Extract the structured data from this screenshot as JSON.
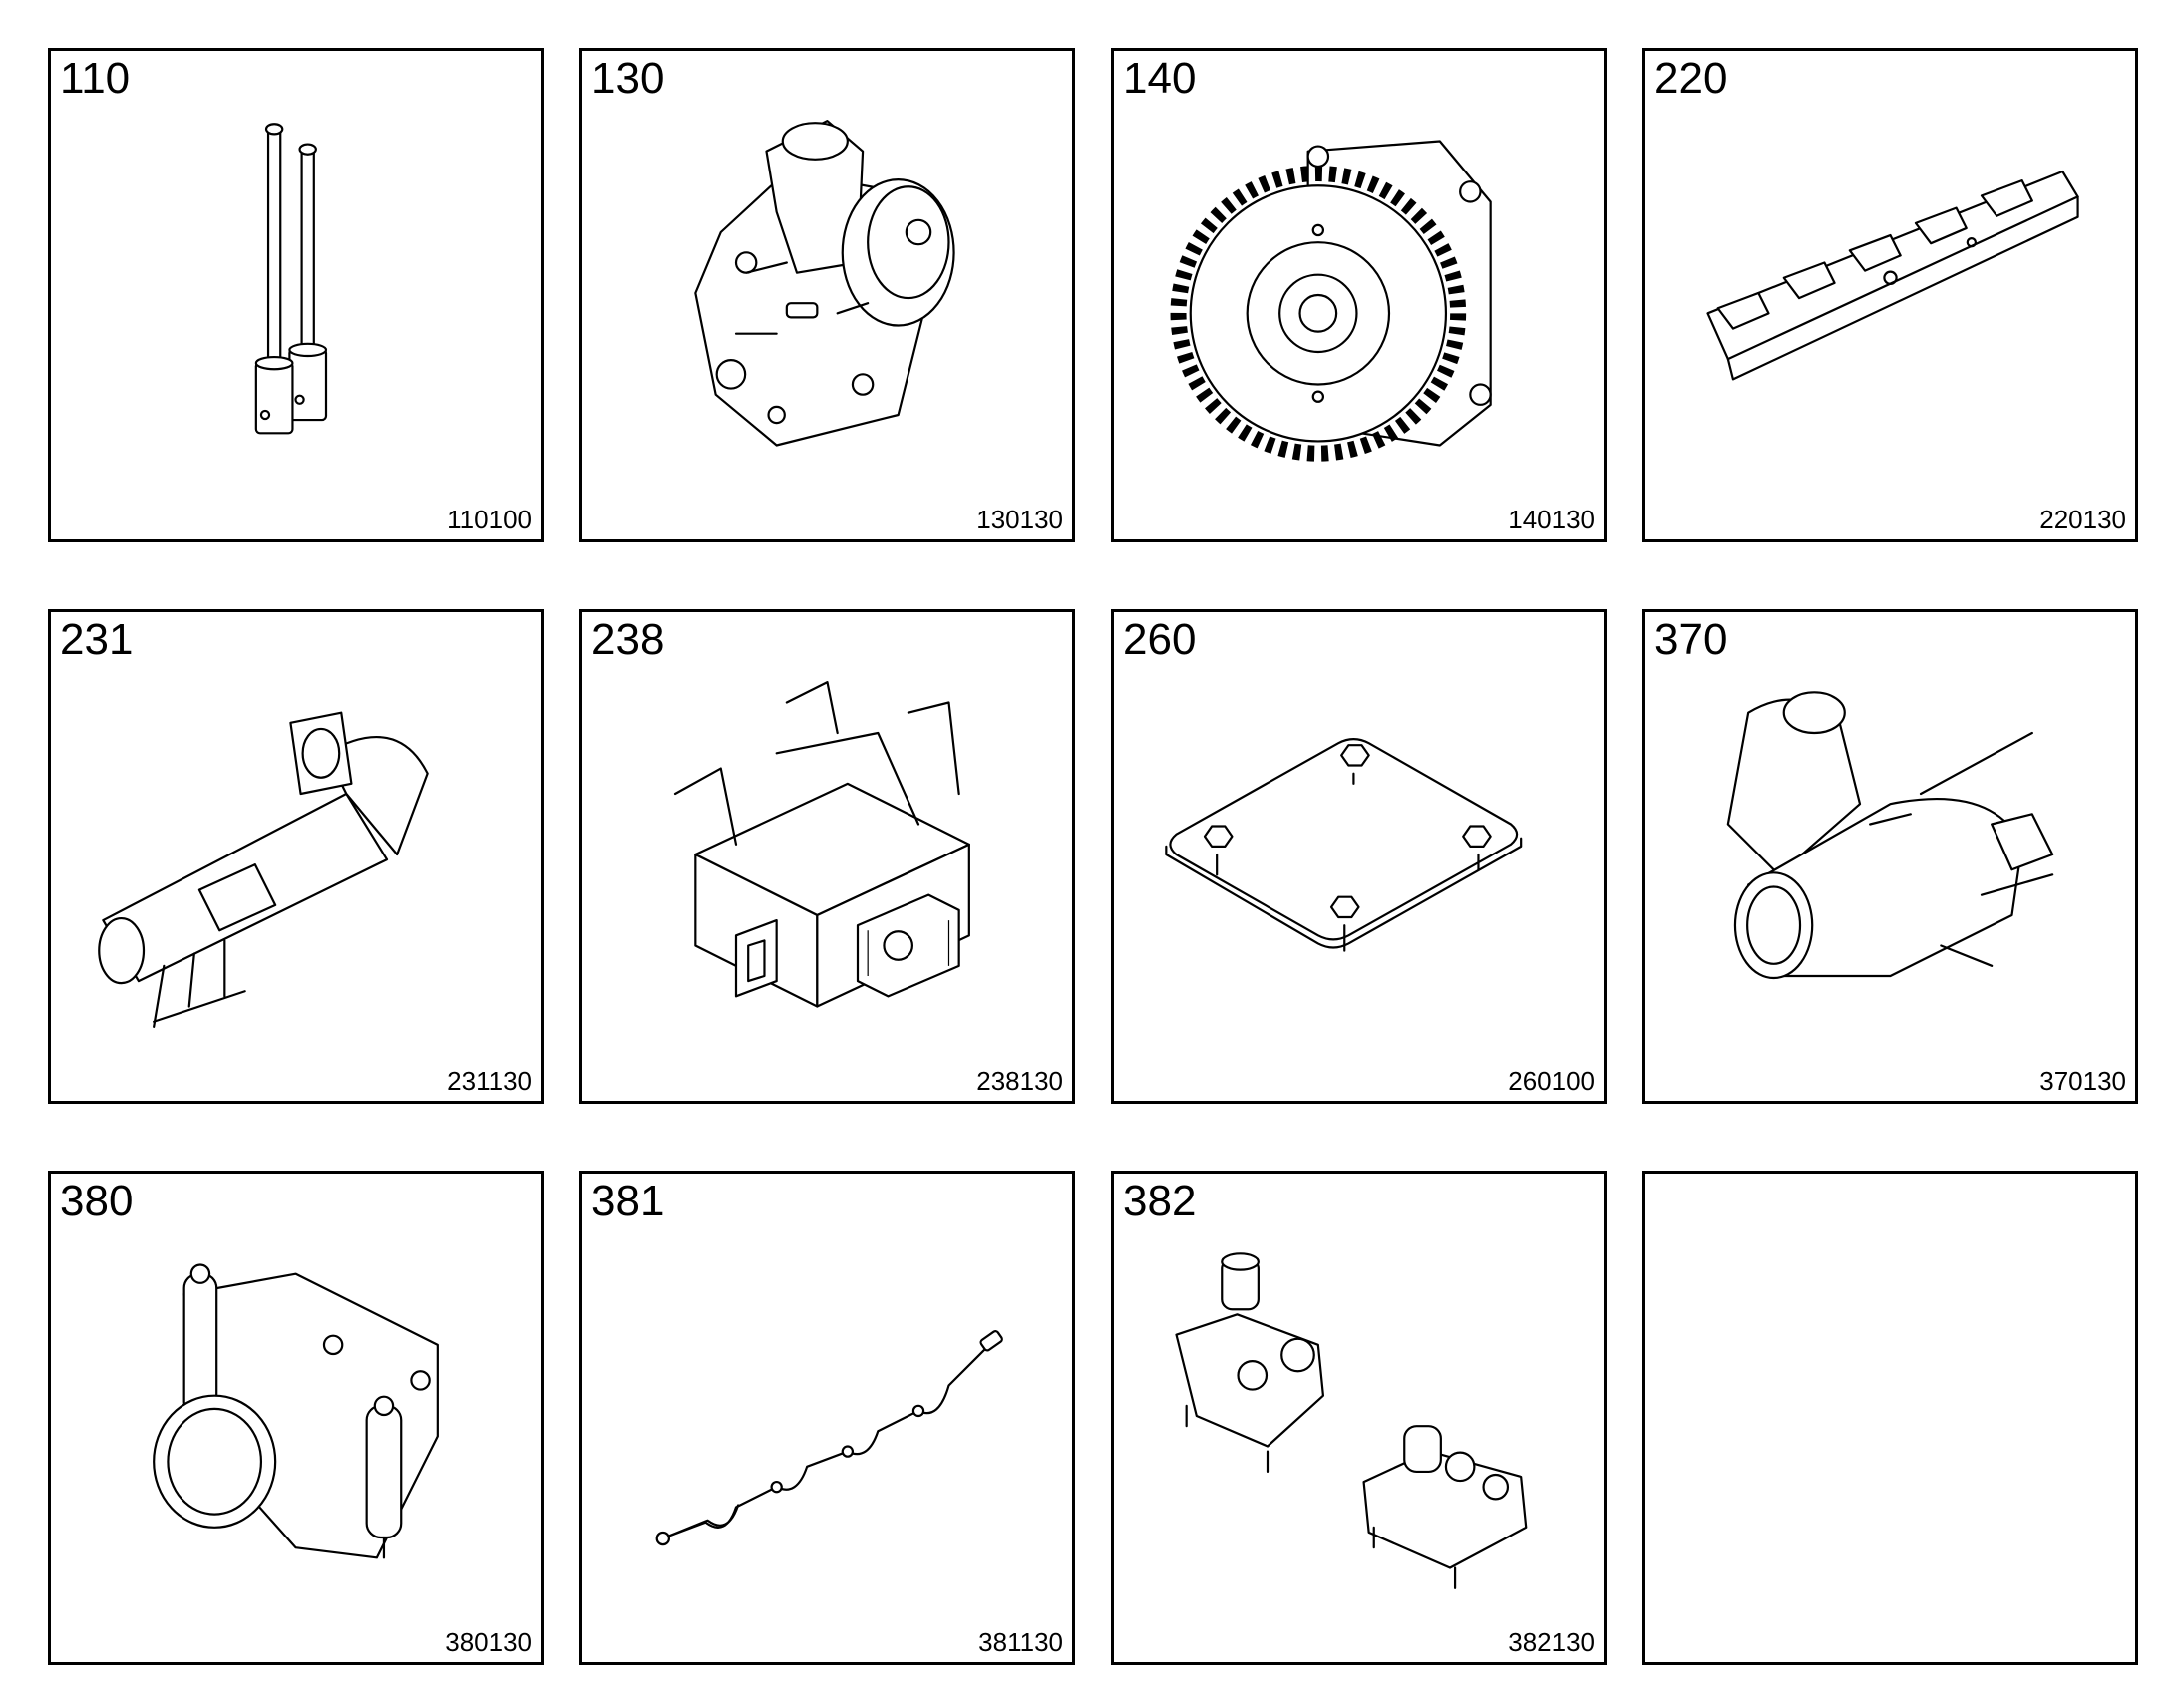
{
  "cards": [
    {
      "number": "110",
      "code": "110100",
      "icon": "pushrod-pair-icon"
    },
    {
      "number": "130",
      "code": "130130",
      "icon": "filter-housing-module-icon"
    },
    {
      "number": "140",
      "code": "140130",
      "icon": "gear-pump-icon"
    },
    {
      "number": "220",
      "code": "220130",
      "icon": "rocker-arm-rail-icon"
    },
    {
      "number": "231",
      "code": "231130",
      "icon": "tube-elbow-assembly-icon"
    },
    {
      "number": "238",
      "code": "238130",
      "icon": "bracket-housing-icon"
    },
    {
      "number": "260",
      "code": "260100",
      "icon": "cover-plate-icon"
    },
    {
      "number": "370",
      "code": "370130",
      "icon": "pipe-elbow-icon"
    },
    {
      "number": "380",
      "code": "380130",
      "icon": "pipe-connector-icon"
    },
    {
      "number": "381",
      "code": "381130",
      "icon": "sensor-wire-icon"
    },
    {
      "number": "382",
      "code": "382130",
      "icon": "sensor-caps-icon"
    },
    {
      "number": "",
      "code": "",
      "icon": ""
    }
  ]
}
